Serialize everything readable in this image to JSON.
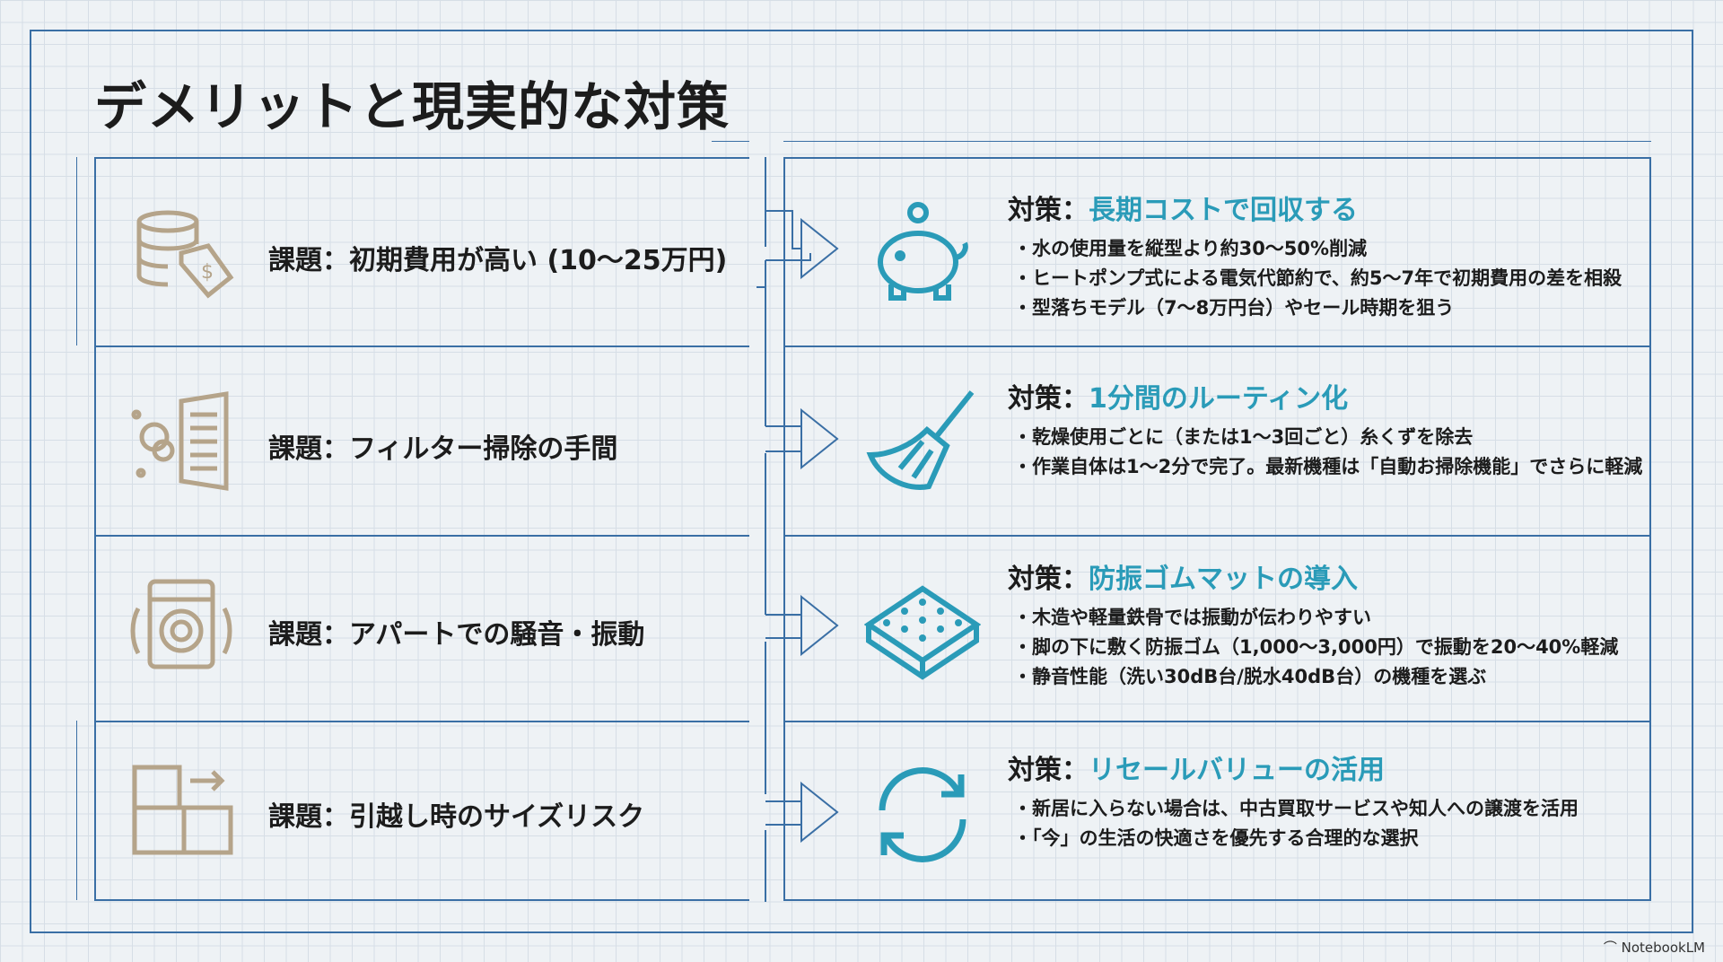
{
  "title": "デメリットと現実的な対策",
  "rows": [
    {
      "problem": "課題：初期費用が高い (10〜25万円)",
      "icon_left": "money-tag-icon",
      "icon_right": "piggy-bank-icon",
      "solution_prefix": "対策：",
      "solution": "長期コストで回収する",
      "bullets": [
        "水の使用量を縦型より約30〜50%削減",
        "ヒートポンプ式による電気代節約で、約5〜7年で初期費用の差を相殺",
        "型落ちモデル（7〜8万円台）やセール時期を狙う"
      ]
    },
    {
      "problem": "課題：フィルター掃除の手間",
      "icon_left": "dust-filter-icon",
      "icon_right": "broom-icon",
      "solution_prefix": "対策：",
      "solution": "1分間のルーティン化",
      "bullets": [
        "乾燥使用ごとに（または1〜3回ごと）糸くずを除去",
        "作業自体は1〜2分で完了。最新機種は「自動お掃除機能」でさらに軽減"
      ]
    },
    {
      "problem": "課題：アパートでの騒音・振動",
      "icon_left": "vibrating-washer-icon",
      "icon_right": "rubber-mat-icon",
      "solution_prefix": "対策：",
      "solution": "防振ゴムマットの導入",
      "bullets": [
        "木造や軽量鉄骨では振動が伝わりやすい",
        "脚の下に敷く防振ゴム（1,000〜3,000円）で振動を20〜40%軽減",
        "静音性能（洗い30dB台/脱水40dB台）の機種を選ぶ"
      ]
    },
    {
      "problem": "課題：引越し時のサイズリスク",
      "icon_left": "moving-boxes-icon",
      "icon_right": "recycle-icon",
      "solution_prefix": "対策：",
      "solution": "リセールバリューの活用",
      "bullets": [
        "新居に入らない場合は、中古買取サービスや知人への譲渡を活用",
        "「今」の生活の快適さを優先する合理的な選択"
      ]
    }
  ],
  "watermark": "NotebookLM",
  "colors": {
    "line": "#3a6fa5",
    "accent": "#2a9bb8",
    "icon_left": "#b5a48a"
  }
}
